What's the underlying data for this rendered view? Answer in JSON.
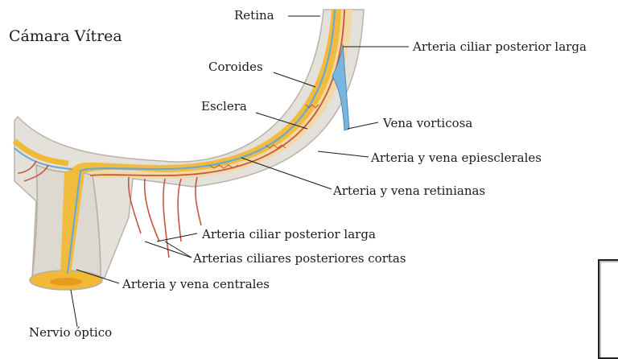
{
  "title": "Cámara Vítrea",
  "labels": {
    "retina": "Retina",
    "arteria_ciliar_top": "Arteria ciliar posterior larga",
    "coroides": "Coroides",
    "esclera": "Esclera",
    "vena_vorticosa": "Vena vorticosa",
    "arteria_vena_epiesclerales": "Arteria y vena epiesclerales",
    "arteria_vena_retinianas": "Arteria y vena retinianas",
    "arteria_ciliar_bottom": "Arteria ciliar posterior larga",
    "arterias_ciliares_cortas": "Arterias ciliares posteriores cortas",
    "arteria_vena_centrales": "Arteria y vena centrales",
    "nervio_optico": "Nervio óptico"
  },
  "colors": {
    "sclera": "#e4e0da",
    "sclera_edge": "#b9b3aa",
    "retina": "#f1b935",
    "choroid": "#f4d79a",
    "artery": "#c8553f",
    "vein": "#6aa8d6",
    "vortex_vein": "#78b6e0"
  }
}
